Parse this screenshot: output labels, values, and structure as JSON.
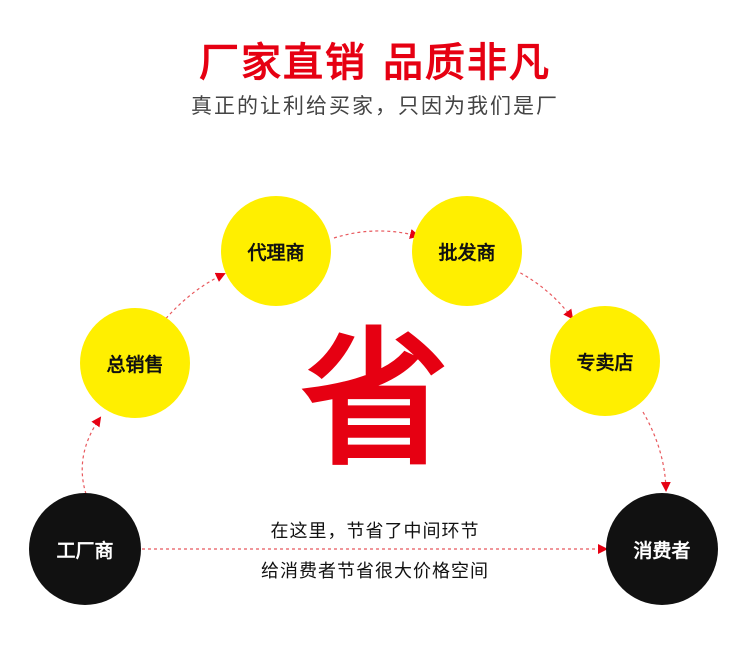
{
  "header": {
    "title": "厂家直销 品质非凡",
    "subtitle": "真正的让利给买家，只因为我们是厂"
  },
  "nodes": {
    "factory": "工厂商",
    "general_sales": "总销售",
    "agent": "代理商",
    "wholesaler": "批发商",
    "specialty_store": "专卖店",
    "consumer": "消费者"
  },
  "center_char": "省",
  "note": {
    "line1": "在这里，节省了中间环节",
    "line2": "给消费者节省很大价格空间"
  },
  "colors": {
    "accent_red": "#e60012",
    "node_yellow": "#ffef00",
    "node_black": "#111111"
  }
}
